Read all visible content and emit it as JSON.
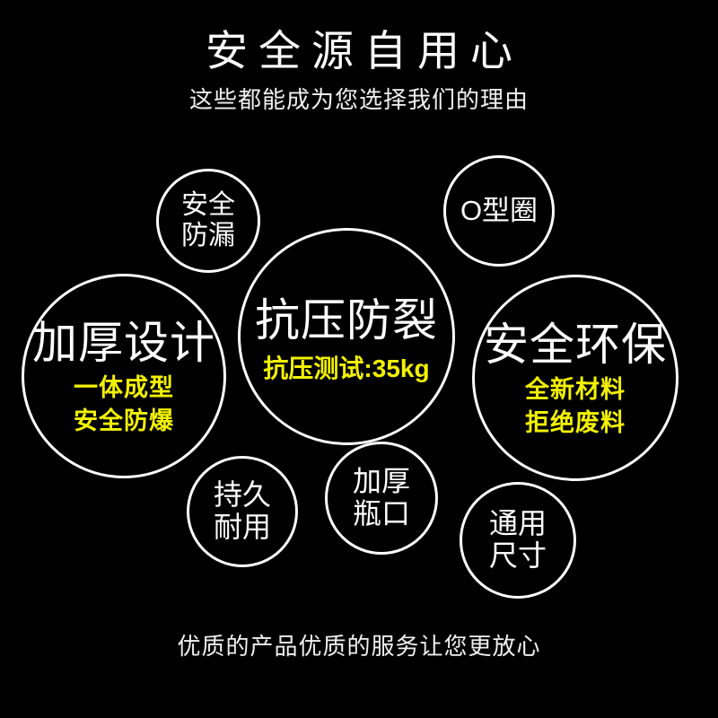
{
  "page": {
    "background_color": "#000000",
    "text_color": "#ffffff",
    "accent_color": "#f2f200"
  },
  "header": {
    "title": "安全源自用心",
    "subtitle": "这些都能成为您选择我们的理由"
  },
  "bubbles": [
    {
      "id": "anquanfanglou",
      "main_line1": "安全",
      "main_line2": "防漏",
      "sub_line1": "",
      "sub_line2": ""
    },
    {
      "id": "oxingquan",
      "main_line1": "O型圈",
      "main_line2": "",
      "sub_line1": "",
      "sub_line2": ""
    },
    {
      "id": "jiahousheji",
      "main_line1": "加厚设计",
      "main_line2": "",
      "sub_line1": "一体成型",
      "sub_line2": "安全防爆"
    },
    {
      "id": "kangyafanglie",
      "main_line1": "抗压防裂",
      "main_line2": "",
      "sub_line1": "抗压测试:35kg",
      "sub_line2": ""
    },
    {
      "id": "anquanhuanbao",
      "main_line1": "安全环保",
      "main_line2": "",
      "sub_line1": "全新材料",
      "sub_line2": "拒绝废料"
    },
    {
      "id": "chijiunaiyong",
      "main_line1": "持久",
      "main_line2": "耐用",
      "sub_line1": "",
      "sub_line2": ""
    },
    {
      "id": "jiahoupingkou",
      "main_line1": "加厚",
      "main_line2": "瓶口",
      "sub_line1": "",
      "sub_line2": ""
    },
    {
      "id": "tongyongchicun",
      "main_line1": "通用",
      "main_line2": "尺寸",
      "sub_line1": "",
      "sub_line2": ""
    }
  ],
  "footer": {
    "text": "优质的产品优质的服务让您更放心"
  }
}
